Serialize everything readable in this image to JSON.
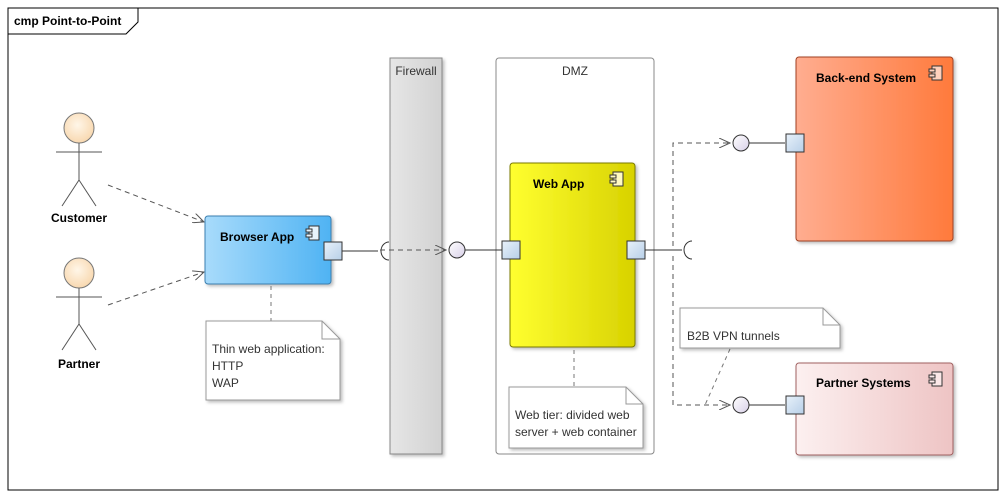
{
  "frame": {
    "title": "cmp Point-to-Point"
  },
  "actors": [
    {
      "name": "Customer"
    },
    {
      "name": "Partner"
    }
  ],
  "lanes": {
    "firewall": "Firewall",
    "dmz": "DMZ"
  },
  "components": {
    "browser_app": "Browser App",
    "web_app": "Web App",
    "backend_system": "Back-end System",
    "partner_systems": "Partner Systems"
  },
  "notes": {
    "browser_note": [
      "Thin web application:",
      "HTTP",
      "WAP"
    ],
    "web_note": [
      "Web tier: divided web",
      "server + web container"
    ],
    "vpn_note": "B2B VPN tunnels"
  },
  "colors": {
    "actor_head": "#fbe0c0",
    "browser_app": "#5bb8f5",
    "web_app": "#f5f000",
    "backend_system": "#ff7a45",
    "partner_systems": "#f4cccc",
    "firewall": "#dcdcdc",
    "port": "#c9dcf0"
  }
}
